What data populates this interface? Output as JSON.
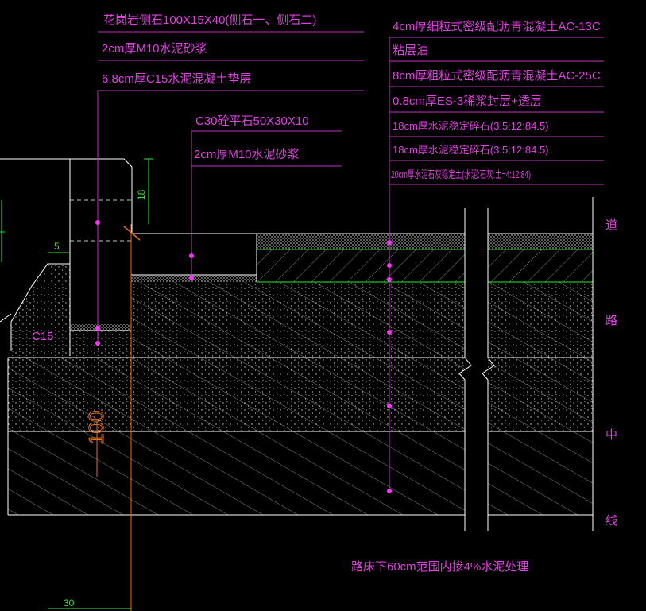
{
  "colors": {
    "background": "#000000",
    "annotation": "#e040e0",
    "outline": "#ffffff",
    "dimension": "#2ee82e",
    "centerline": "#e07020"
  },
  "labels": {
    "curb_stone": "花岗岩侧石100X15X40(侧石一、侧石二)",
    "curb_mortar": "2cm厚M10水泥砂浆",
    "curb_base": "6.8cm厚C15水泥混凝土垫层",
    "flat_stone": "C30砼平石50X30X10",
    "flat_mortar": "2cm厚M10水泥砂浆",
    "layer_ac13": "4cm厚细粒式密级配沥青混凝土AC-13C",
    "layer_tack": "粘层油",
    "layer_ac25": "8cm厚粗粒式密级配沥青混凝土AC-25C",
    "layer_es3": "0.8cm厚ES-3稀浆封层+透层",
    "layer_base1": "18cm厚水泥稳定碎石(3.5:12:84.5)",
    "layer_base2": "18cm厚水泥稳定碎石(3.5:12:84.5)",
    "layer_subbase": "20cm厚水泥石灰稳定土(水泥:石灰:土=4:12:84)",
    "c15_tag": "C15",
    "road_center": [
      "道",
      "路",
      "中",
      "线"
    ],
    "bottom_note": "路床下60cm范围内掺4%水泥处理"
  },
  "dimensions": {
    "d18": "18",
    "d5": "5",
    "d100": "100",
    "d30": "30"
  }
}
